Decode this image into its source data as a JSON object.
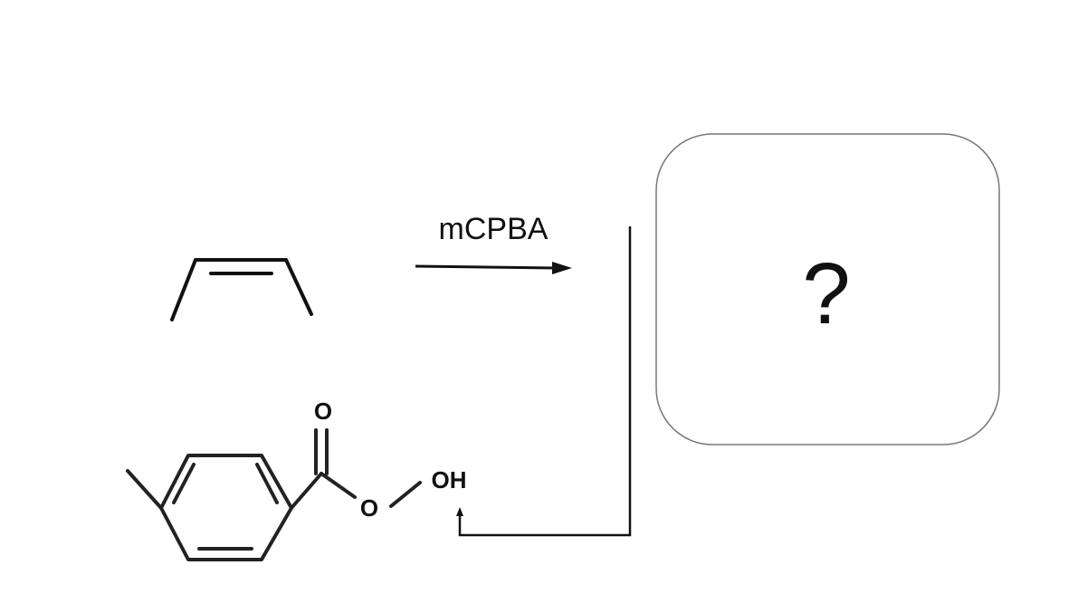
{
  "reaction": {
    "reagent": "mCPBA",
    "product_placeholder": "?"
  },
  "reagent_structure": {
    "atoms": {
      "carbonyl_oxygen": "O",
      "peroxide_oxygen": "O",
      "hydroxyl": "OH"
    }
  },
  "colors": {
    "stroke": "#111111",
    "box_border": "#777777",
    "background": "#ffffff"
  }
}
